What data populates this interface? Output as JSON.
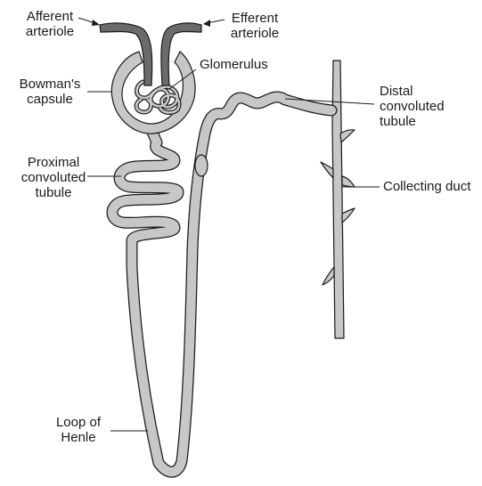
{
  "diagram": {
    "colors": {
      "tubule_fill": "#c7c7c7",
      "vessel_fill": "#6b6b6b",
      "outline": "#1a1a1a"
    },
    "labels": {
      "afferent_arteriole": [
        "Afferent",
        "arteriole"
      ],
      "efferent_arteriole": [
        "Efferent",
        "arteriole"
      ],
      "glomerulus": [
        "Glomerulus"
      ],
      "bowmans_capsule": [
        "Bowman's",
        "capsule"
      ],
      "distal_convoluted_tubule": [
        "Distal",
        "convoluted",
        "tubule"
      ],
      "proximal_convoluted_tubule": [
        "Proximal",
        "convoluted",
        "tubule"
      ],
      "collecting_duct": [
        "Collecting duct"
      ],
      "loop_of_henle": [
        "Loop of",
        "Henle"
      ]
    }
  }
}
